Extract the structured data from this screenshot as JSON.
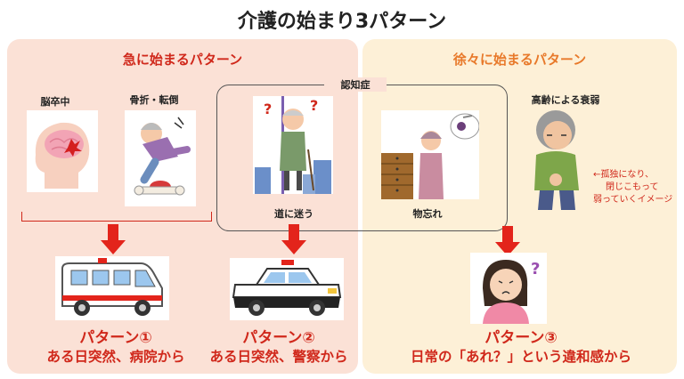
{
  "title": "介護の始まり3パターン",
  "left_panel": {
    "heading": "急に始まるパターン",
    "stroke_label": "脳卒中",
    "fracture_label": "骨折・転倒",
    "lost_label": "道に迷う"
  },
  "right_panel": {
    "heading": "徐々に始まるパターン",
    "forget_label": "物忘れ",
    "frailty_label": "高齢による衰弱",
    "frailty_note": [
      "←孤独になり、",
      "閉じこもって",
      "弱っていくイメージ"
    ]
  },
  "dementia_label": "認知症",
  "patterns": [
    {
      "name": "パターン①",
      "desc": "ある日突然、病院から"
    },
    {
      "name": "パターン②",
      "desc": "ある日突然、警察から"
    },
    {
      "name": "パターン③",
      "desc": "日常の「あれ？」という違和感から"
    }
  ],
  "colors": {
    "accent_red": "#d0281b",
    "accent_orange": "#e8792a",
    "left_bg": "#fbe1d6",
    "right_bg": "#fdf0d7"
  }
}
